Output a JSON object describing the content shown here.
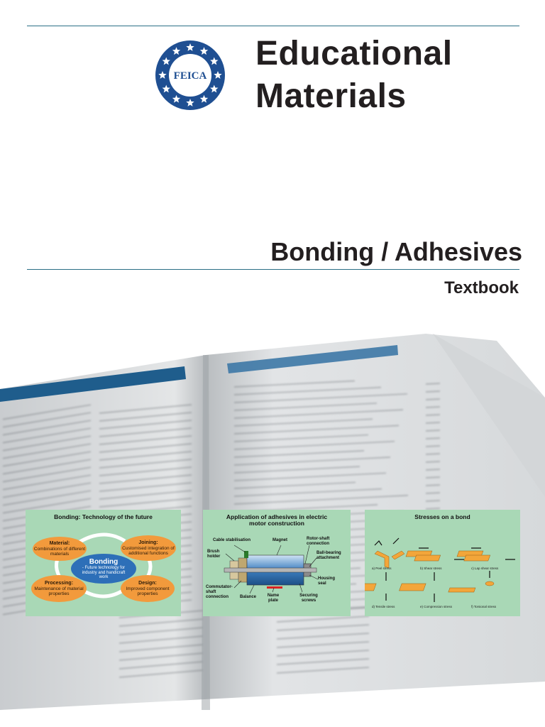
{
  "logo": {
    "text": "FEICA",
    "ring_color": "#1f4f92"
  },
  "header": {
    "title_line1": "Educational",
    "title_line2": "Materials"
  },
  "subject": "Bonding / Adhesives",
  "doc_type": "Textbook",
  "colors": {
    "rule": "#2b6f86",
    "panel_bg": "#a9d8b6",
    "oval": "#f29a3c",
    "center_oval": "#2d6fb8",
    "book_header_bar": "#1f5d8c"
  },
  "panel_bonding": {
    "title": "Bonding: Technology of the future",
    "material_title": "Material:",
    "material_text": "Combinations of different materials",
    "joining_title": "Joining:",
    "joining_text": "Customised integration of additional functions",
    "processing_title": "Processing:",
    "processing_text": "Maintenance of material properties",
    "design_title": "Design:",
    "design_text": "Improved component properties",
    "center_title": "Bonding",
    "center_text": "- Future technology for industry and handicraft work"
  },
  "panel_motor": {
    "title_line1": "Application of adhesives in electric",
    "title_line2": "motor construction",
    "labels": {
      "cable": "Cable stabilisation",
      "magnet": "Magnet",
      "rotor": "Rotor-shaft connection",
      "brush": "Brush holder",
      "ballbearing": "Ball-bearing attachment",
      "housing": "Housing seal",
      "commutator": "Commutator-shaft connection",
      "balance": "Balance",
      "nameplate": "Name plate",
      "securing": "Securing screws"
    }
  },
  "panel_stress": {
    "title": "Stresses on a bond",
    "captions": [
      "a) Peel stress",
      "b) Shear stress",
      "c) Lap shear stress",
      "d) Tensile stress",
      "e) Compression stress",
      "f) Torsional stress"
    ]
  }
}
